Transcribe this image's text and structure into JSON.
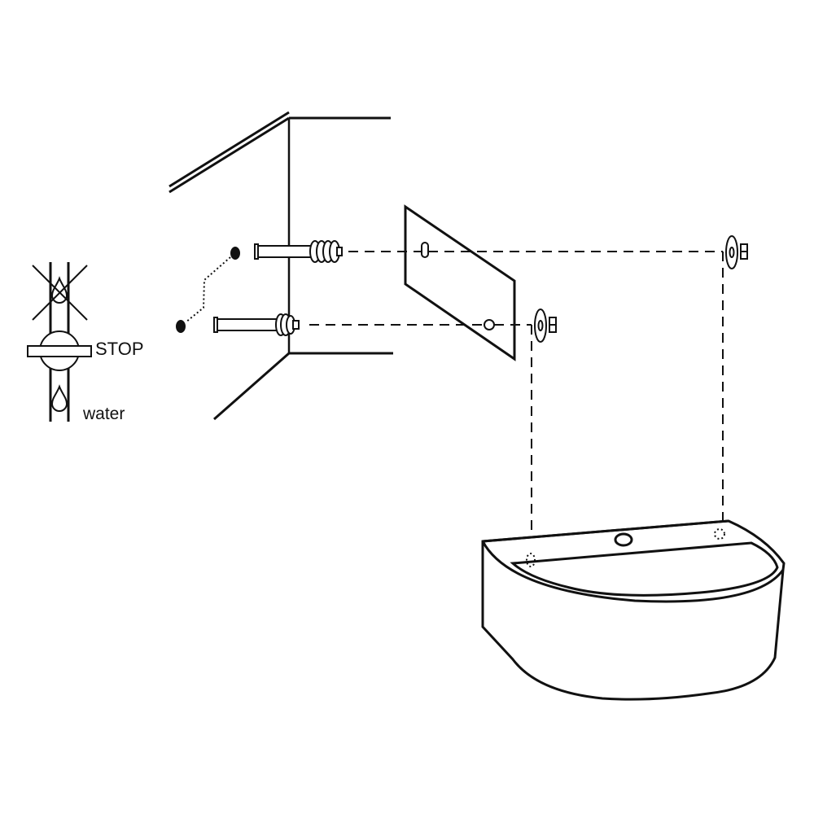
{
  "figure": {
    "type": "installation-diagram",
    "subject": "wall-mounted washbasin installation",
    "colors": {
      "line": "#111111",
      "background": "#ffffff"
    }
  },
  "water_valve": {
    "stop_label": "STOP",
    "water_label": "water",
    "icons": [
      "pipe-icon",
      "crossed-water-drop-icon",
      "valve-handle-icon",
      "water-drop-icon"
    ]
  },
  "wall": {
    "description": "wall corner with ceiling edge"
  },
  "fixings": {
    "count": 2,
    "items": [
      {
        "name": "upper-anchor-bolt",
        "parts": [
          "drill-hole",
          "wall-plug",
          "bolt"
        ]
      },
      {
        "name": "lower-anchor-bolt",
        "parts": [
          "drill-hole",
          "wall-plug",
          "bolt"
        ]
      }
    ]
  },
  "mounting_plate": {
    "holes": 2
  },
  "washers_nuts": {
    "count": 2
  },
  "basin": {
    "tap_hole": 1,
    "mounting_holes": 2
  }
}
